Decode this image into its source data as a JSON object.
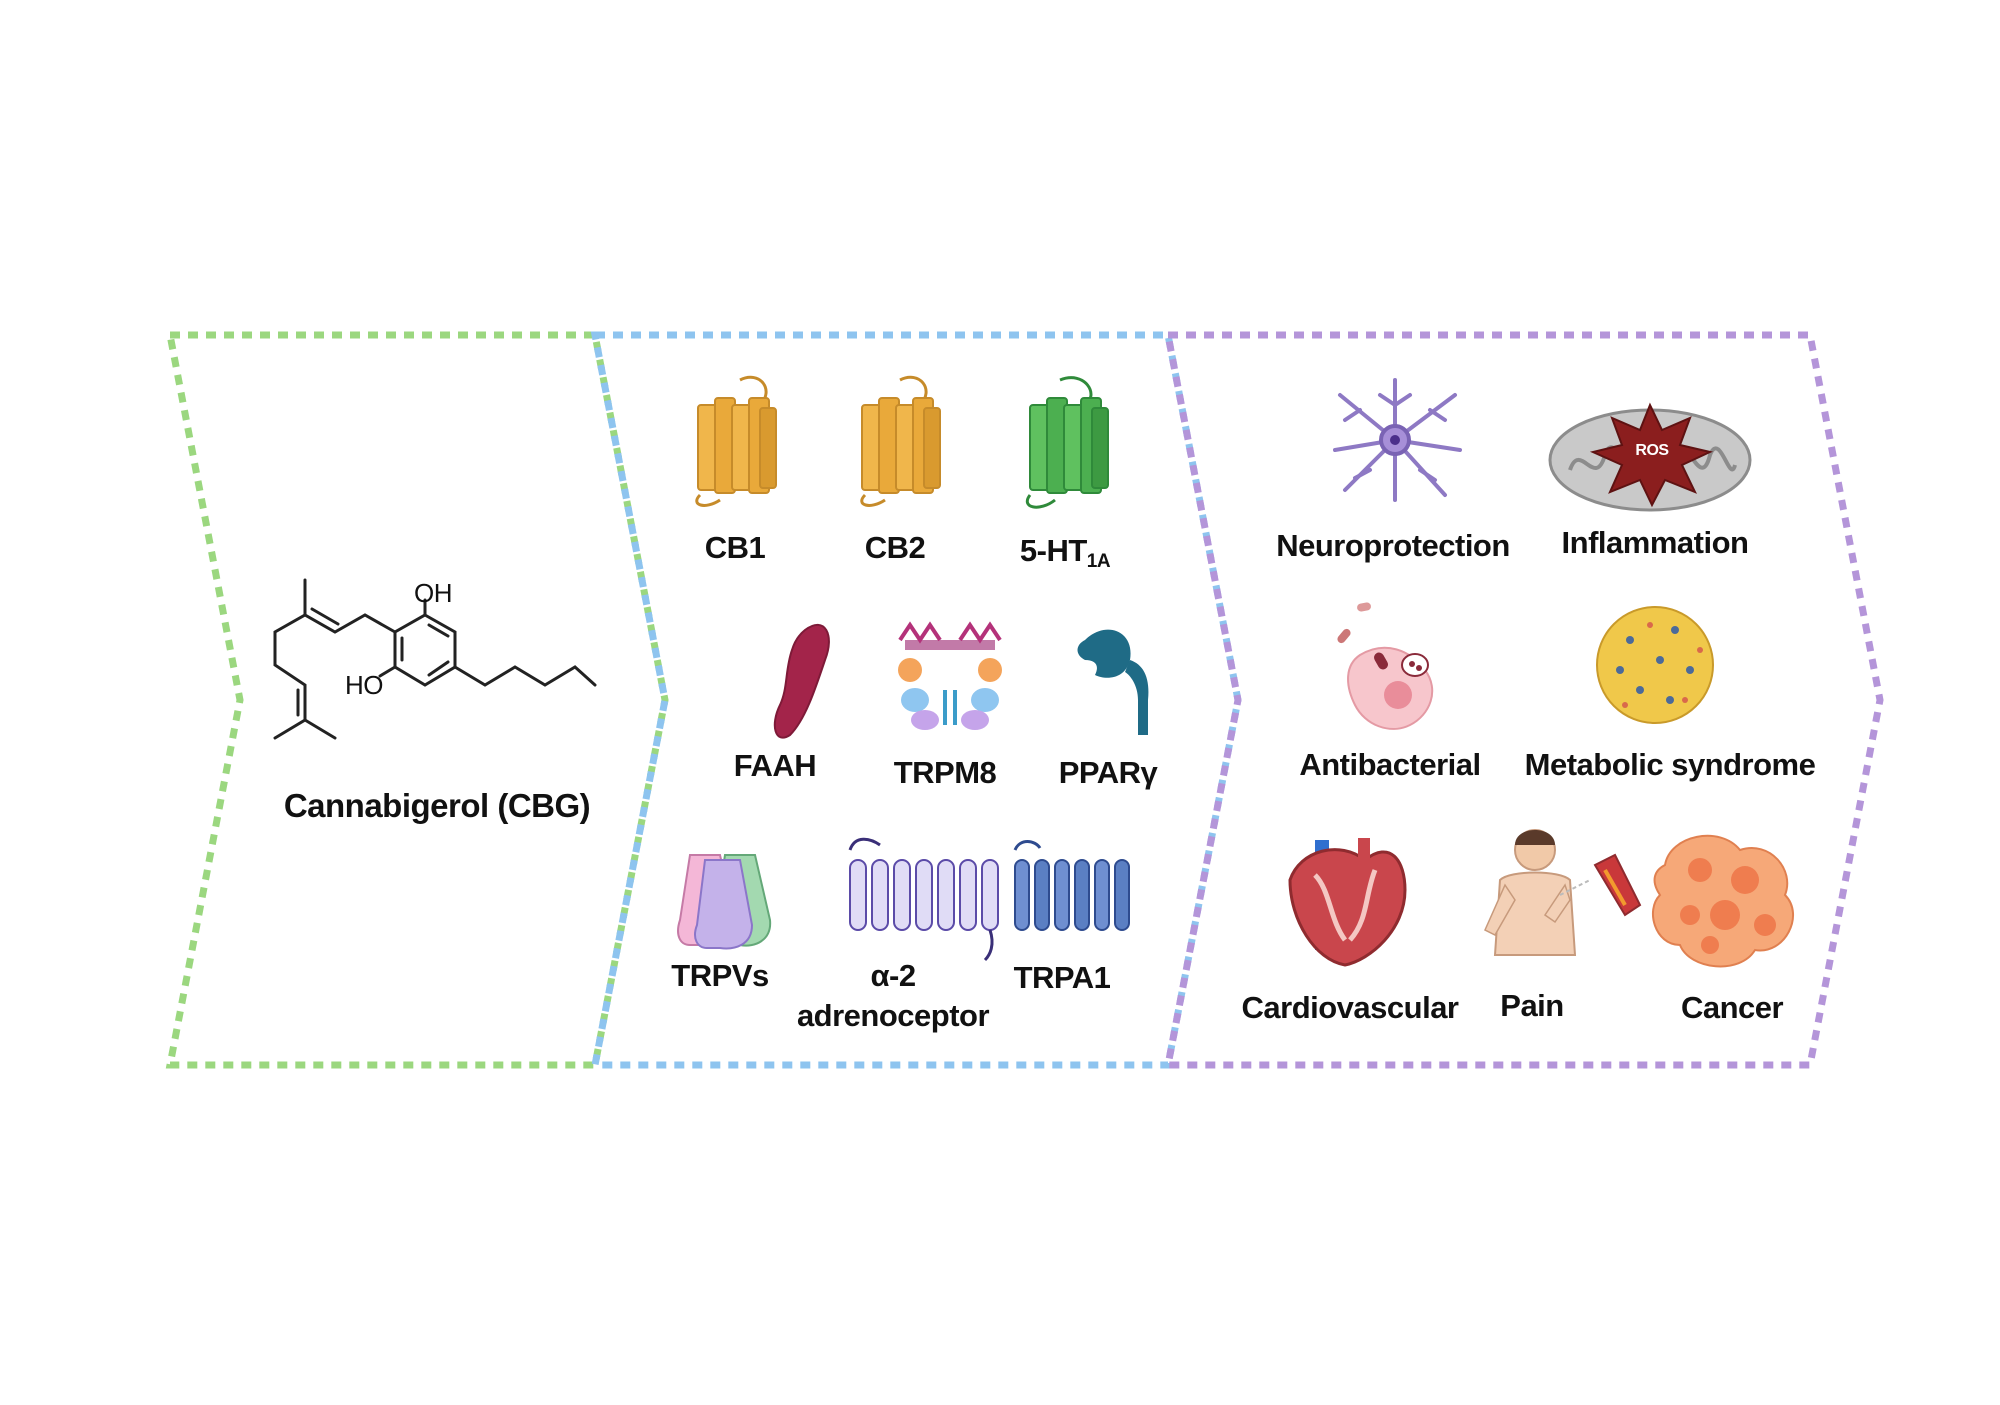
{
  "panels": {
    "molecule": {
      "name_label": "Cannabigerol (CBG)",
      "atom_oh_top": "OH",
      "atom_ho_left": "HO"
    },
    "targets": {
      "cb1": "CB1",
      "cb2": "CB2",
      "ht1a_main": "5-HT",
      "ht1a_sub": "1A",
      "faah": "FAAH",
      "trpm8": "TRPM8",
      "ppar": "PPARγ",
      "trpvs": "TRPVs",
      "alpha2_line1": "α-2",
      "alpha2_line2": "adrenoceptor",
      "trpa1": "TRPA1"
    },
    "effects": {
      "neuroprotection": "Neuroprotection",
      "inflammation": "Inflammation",
      "ros": "ROS",
      "antibacterial": "Antibacterial",
      "metabolic": "Metabolic syndrome",
      "cardiovascular": "Cardiovascular",
      "pain": "Pain",
      "cancer": "Cancer"
    }
  },
  "colors": {
    "green_border": "#9bd77f",
    "blue_border": "#8ec4ef",
    "purple_border": "#b495d9",
    "cb_receptor": "#e8b34a",
    "ht_receptor": "#4caf50",
    "faah": "#a3244a",
    "ppar": "#1f6b86",
    "trpa1": "#5b7fc3",
    "alpha2": "#c9c3ef",
    "neuron": "#8e79c4",
    "ros_star": "#8b1e1e",
    "cancer": "#f59a62"
  }
}
